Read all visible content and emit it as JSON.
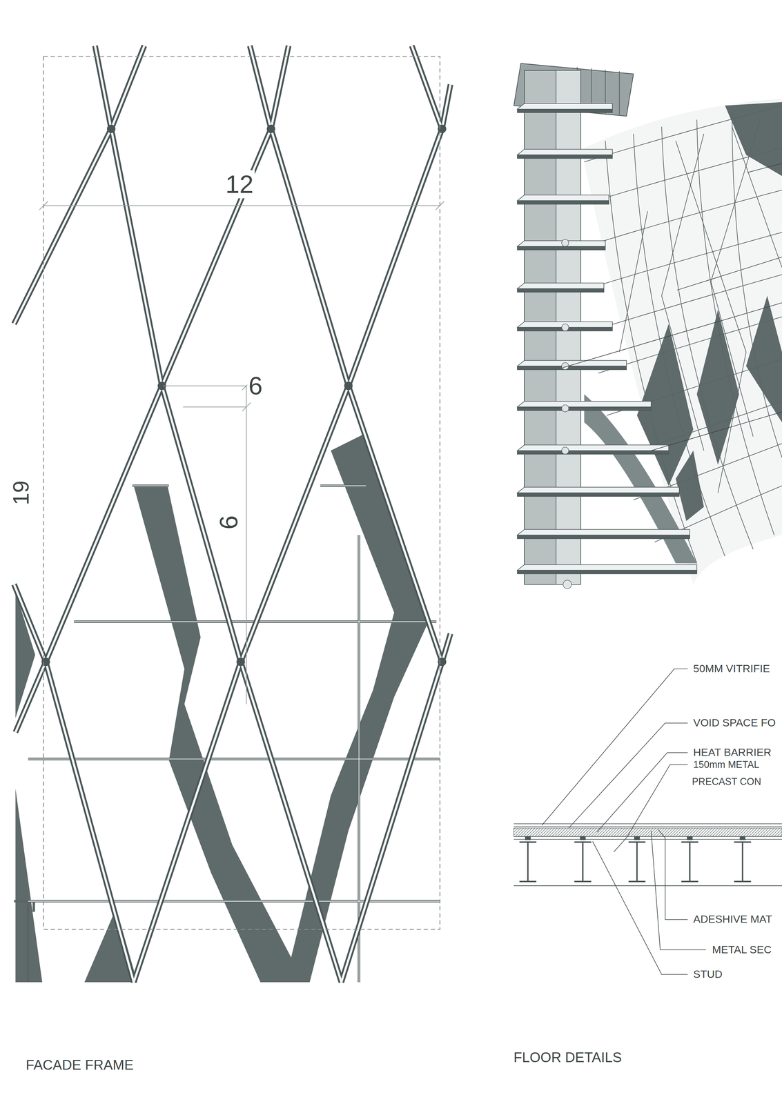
{
  "diagram": {
    "labels": [
      "12",
      "6",
      "6",
      "19",
      "50MM VITRIFIE",
      "VOID SPACE FO",
      "HEAT BARRIER",
      "150mm METAL PRECAST CON",
      "ADESHIVE MAT",
      "METAL SEC",
      "STUD",
      "FACADE FRAME",
      "FLOOR DETAILS"
    ]
  }
}
